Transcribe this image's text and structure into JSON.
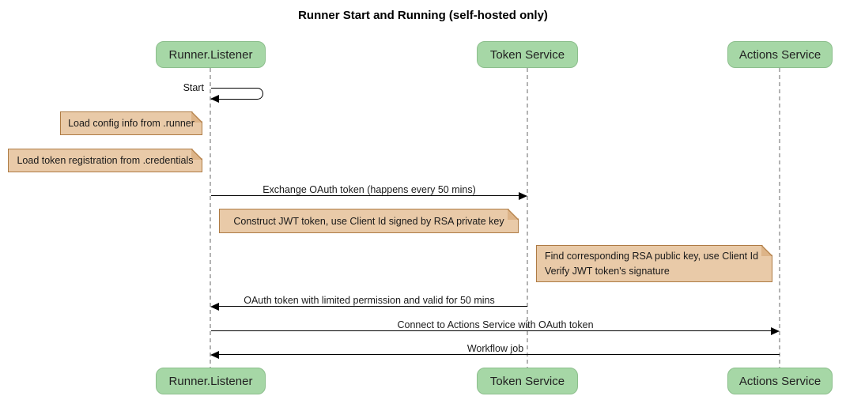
{
  "title": "Runner Start and Running (self-hosted only)",
  "participants": [
    {
      "id": "runner-listener",
      "label": "Runner.Listener"
    },
    {
      "id": "token-service",
      "label": "Token Service"
    },
    {
      "id": "actions-service",
      "label": "Actions Service"
    }
  ],
  "messages": {
    "start": {
      "label": "Start",
      "from": "runner-listener",
      "to": "runner-listener"
    },
    "exchange_oauth": {
      "label": "Exchange OAuth token (happens every 50 mins)",
      "from": "runner-listener",
      "to": "token-service"
    },
    "oauth_return": {
      "label": "OAuth token with limited permission and valid for 50 mins",
      "from": "token-service",
      "to": "runner-listener"
    },
    "connect": {
      "label": "Connect to Actions Service with OAuth token",
      "from": "runner-listener",
      "to": "actions-service"
    },
    "workflow_job": {
      "label": "Workflow job",
      "from": "actions-service",
      "to": "runner-listener"
    }
  },
  "notes": {
    "load_config": {
      "text": "Load config info from .runner"
    },
    "load_token_registration": {
      "text": "Load token registration from .credentials"
    },
    "construct_jwt": {
      "text": "Construct JWT token, use Client Id signed by RSA private key"
    },
    "verify_jwt": {
      "line1": "Find corresponding RSA public key, use Client Id",
      "line2": "Verify JWT token's signature"
    }
  },
  "colors": {
    "participant_fill": "#A6D7A6",
    "participant_border": "#8CBE8C",
    "note_fill": "#E9CAA8",
    "note_border": "#AE7B44",
    "note_fold": "#DDB488",
    "lifeline": "#B3B3B3",
    "arrow": "#000000",
    "text": "#111111",
    "background": "#FFFFFF"
  }
}
